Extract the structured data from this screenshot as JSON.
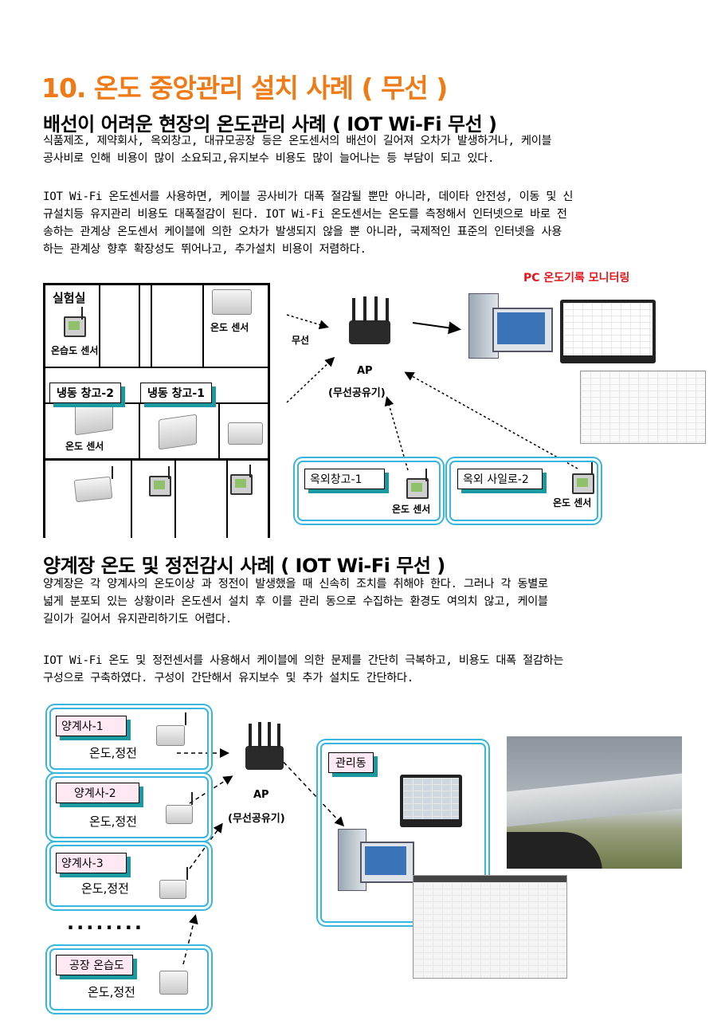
{
  "title": "10. 온도 중앙관리  설치 사례 ( 무선 )",
  "section1": {
    "heading": "배선이 어려운 현장의 온도관리 사례 ( IOT Wi-Fi 무선 )",
    "para1": [
      "식품제조, 제약회사, 옥외창고, 대규모공장 등은 온도센서의 배선이 길어져 오차가 발생하거나, 케이블",
      "공사비로 인해 비용이 많이 소요되고,유지보수 비용도 많이 늘어나는 등 부담이 되고 있다."
    ],
    "para2": [
      "IOT Wi-Fi 온도센서를 사용하면, 케이블 공사비가 대폭 절감될 뿐만 아니라, 데이타 안전성, 이동 및 신",
      "규설치등 유지관리 비용도 대폭절감이 된다. IOT Wi-Fi 온도센서는 온도를 측정해서 인터넷으로 바로 전",
      "송하는 관계상 온도센서 케이블에 의한 오차가 발생되지 않을 뿐 아니라, 국제적인 표준의 인터넷을 사용",
      "하는 관계상 향후 확장성도 뛰어나고, 추가설치 비용이 저렴하다."
    ],
    "diagram": {
      "pc_monitor_label": "PC 온도기록 모니터링",
      "lab": "실험실",
      "humidity_sensor": "온습도 센서",
      "temp_sensor_top": "온도 센서",
      "cold2": "냉동 창고-2",
      "cold1": "냉동 창고-1",
      "temp_sensor_left": "온도 센서",
      "wireless": "무선",
      "ap": "AP",
      "ap_sub": "(무선공유기)",
      "outdoor1": "옥외창고-1",
      "outdoor1_sensor": "온도 센서",
      "outdoor2": "옥외 사일로-2",
      "outdoor2_sensor": "온도 센서"
    }
  },
  "section2": {
    "heading": "양계장 온도 및 정전감시 사례 ( IOT Wi-Fi 무선 )",
    "para1": [
      "양계장은 각 양계사의 온도이상 과 정전이 발생했을 때 신속히 조치를 취해야 한다. 그러나 각 동별로",
      "넓게 분포되 있는 상황이라 온도센서 설치 후 이를 관리 동으로 수집하는 환경도 여의치 않고, 케이블",
      "길이가 길어서 유지관리하기도 어렵다."
    ],
    "para2": [
      "IOT Wi-Fi 온도 및 정전센서를 사용해서 케이블에 의한 문제를 간단히 극복하고, 비용도 대폭 절감하는",
      "구성으로 구축하였다. 구성이 간단해서 유지보수 및 추가 설치도 간단하다."
    ],
    "diagram": {
      "house1": "양계사-1",
      "house2": "양계사-2",
      "house3": "양계사-3",
      "factory": "공장 온습도",
      "temp_power": "온도,정전",
      "dots": "........",
      "ap": "AP",
      "ap_sub": "(무선공유기)",
      "mgmt": "관리동"
    }
  },
  "colors": {
    "title_orange": "#f07a16",
    "red_label": "#e0161b",
    "cyan_border": "#38b6df",
    "tag_shadow": "#1a9aa0",
    "pink_tag": "#fde8f3"
  }
}
